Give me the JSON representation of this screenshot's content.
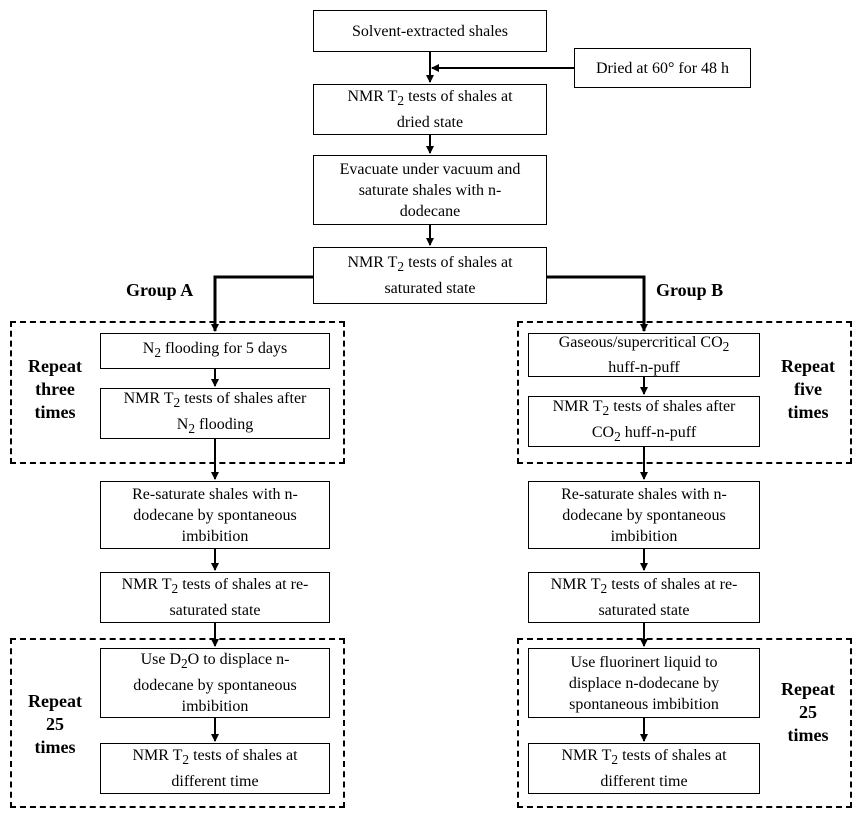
{
  "steps": {
    "solvent": "Solvent-extracted shales",
    "dried_note": "Dried at 60° for 48 h",
    "dried_state": "NMR T<sub>2</sub> tests of shales at<br>dried state",
    "evacuate": "Evacuate under vacuum and<br>saturate shales with n-<br>dodecane",
    "saturated_state": "NMR T<sub>2</sub> tests of shales at<br>saturated state"
  },
  "group_a": {
    "label": "Group A",
    "repeat_1": "Repeat<br>three<br>times",
    "flooding": "N<sub>2</sub> flooding for 5 days",
    "after_flooding": "NMR T<sub>2</sub> tests of shales after<br>N<sub>2</sub> flooding",
    "resaturate": "Re-saturate shales with n-<br>dodecane by spontaneous<br>imbibition",
    "resaturated_state": "NMR T<sub>2</sub> tests of shales at re-<br>saturated state",
    "repeat_2": "Repeat<br>25<br>times",
    "displace": "Use D<sub>2</sub>O to displace n-<br>dodecane by spontaneous<br>imbibition",
    "different_time": "NMR T<sub>2</sub> tests of shales at<br>different time"
  },
  "group_b": {
    "label": "Group B",
    "repeat_1": "Repeat<br>five<br>times",
    "huff": "Gaseous/supercritical CO<sub>2</sub><br>huff-n-puff",
    "after_huff": "NMR T<sub>2</sub> tests of shales after<br>CO<sub>2</sub> huff-n-puff",
    "resaturate": "Re-saturate shales with n-<br>dodecane by spontaneous<br>imbibition",
    "resaturated_state": "NMR T<sub>2</sub> tests of shales at re-<br>saturated state",
    "repeat_2": "Repeat<br>25<br>times",
    "displace": "Use fluorinert liquid to<br>displace n-dodecane by<br>spontaneous imbibition",
    "different_time": "NMR T<sub>2</sub> tests of shales at<br>different time"
  }
}
